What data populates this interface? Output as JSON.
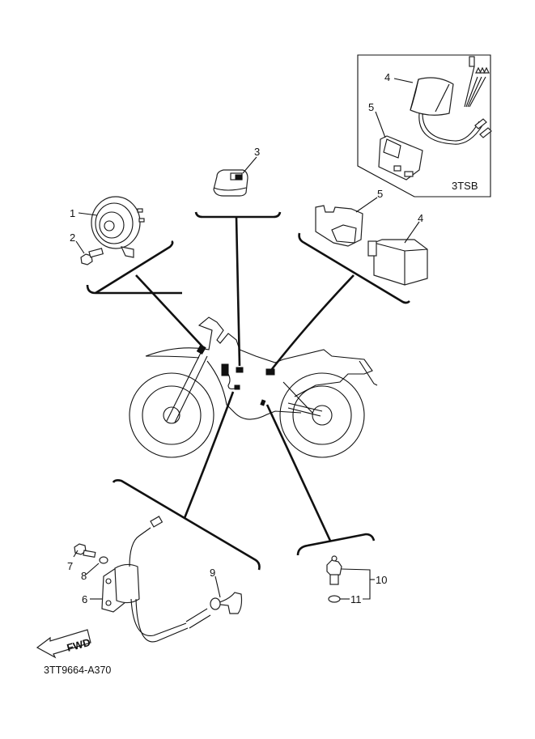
{
  "diagram": {
    "title": "Electrical 2 parts diagram",
    "diagram_code": "3TT9664-A370",
    "inset_variant_label": "3TSB",
    "direction_label": "FWD",
    "callouts": [
      {
        "number": "1",
        "part": "horn"
      },
      {
        "number": "2",
        "part": "bolt"
      },
      {
        "number": "3",
        "part": "relay cap"
      },
      {
        "number": "4",
        "part": "relay"
      },
      {
        "number": "5",
        "part": "relay holder"
      },
      {
        "number": "6",
        "part": "ignition coil"
      },
      {
        "number": "7",
        "part": "bolt"
      },
      {
        "number": "8",
        "part": "washer"
      },
      {
        "number": "9",
        "part": "spark plug cap"
      },
      {
        "number": "10",
        "part": "neutral switch"
      },
      {
        "number": "11",
        "part": "gasket"
      }
    ],
    "inset_callouts": [
      {
        "number": "4",
        "part": "relay"
      },
      {
        "number": "5",
        "part": "relay holder"
      }
    ]
  }
}
